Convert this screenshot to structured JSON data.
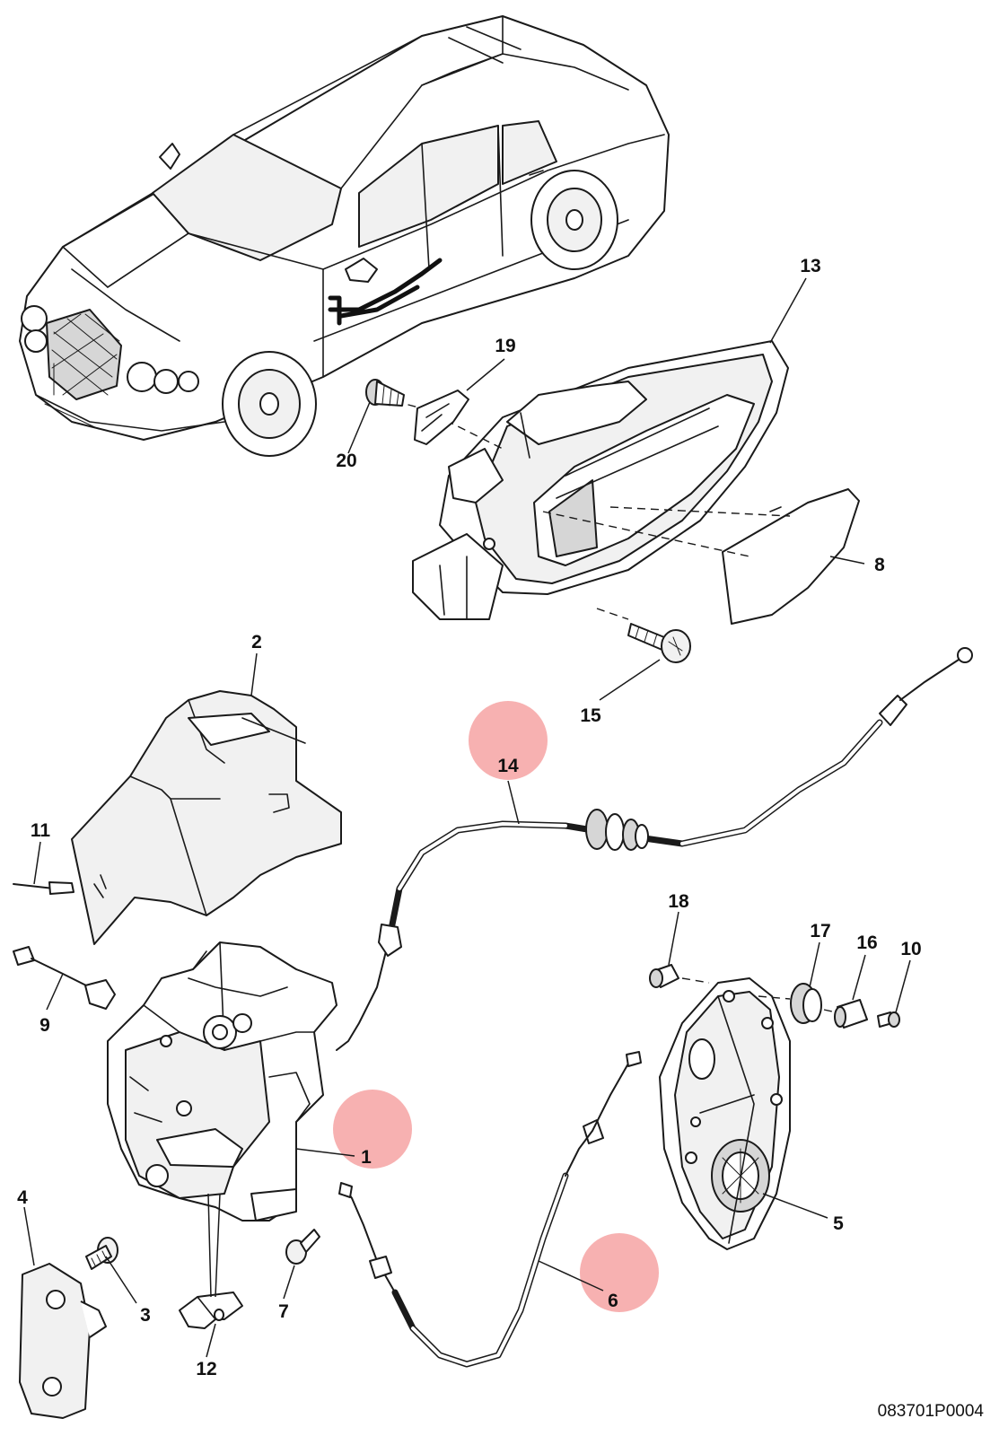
{
  "drawing_ref": "083701P0004",
  "callouts": [
    {
      "id": "p13",
      "label": "13"
    },
    {
      "id": "p19",
      "label": "19"
    },
    {
      "id": "p20",
      "label": "20"
    },
    {
      "id": "p8",
      "label": "8"
    },
    {
      "id": "p15",
      "label": "15"
    },
    {
      "id": "p2",
      "label": "2"
    },
    {
      "id": "p14",
      "label": "14",
      "highlighted": true
    },
    {
      "id": "p11",
      "label": "11"
    },
    {
      "id": "p9",
      "label": "9"
    },
    {
      "id": "p1",
      "label": "1",
      "highlighted": true
    },
    {
      "id": "p18",
      "label": "18"
    },
    {
      "id": "p17",
      "label": "17"
    },
    {
      "id": "p16",
      "label": "16"
    },
    {
      "id": "p10",
      "label": "10"
    },
    {
      "id": "p5",
      "label": "5"
    },
    {
      "id": "p4",
      "label": "4"
    },
    {
      "id": "p3",
      "label": "3"
    },
    {
      "id": "p7",
      "label": "7"
    },
    {
      "id": "p12",
      "label": "12"
    },
    {
      "id": "p6",
      "label": "6",
      "highlighted": true
    }
  ],
  "colors": {
    "highlight": "#f6a3a3",
    "line": "#1a1a1a",
    "background": "#ffffff"
  }
}
